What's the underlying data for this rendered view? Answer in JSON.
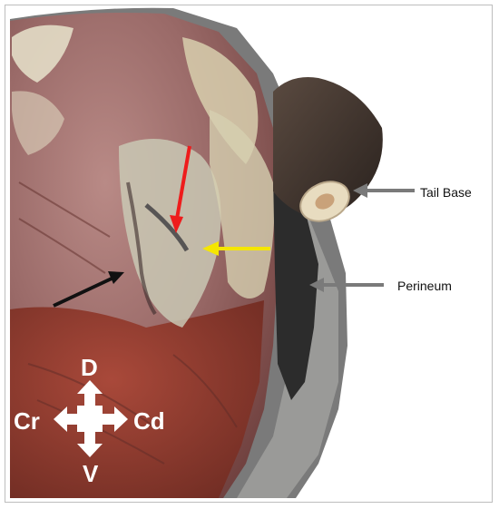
{
  "labels": {
    "tail_base": "Tail Base",
    "perineum": "Perineum"
  },
  "compass": {
    "dorsal": "D",
    "ventral": "V",
    "cranial": "Cr",
    "caudal": "Cd"
  },
  "colors": {
    "red_arrow": "#ee1c1c",
    "yellow_arrow": "#f5e600",
    "black_arrow": "#111111",
    "gray_arrow": "#7a7a7a",
    "compass": "#ffffff"
  }
}
